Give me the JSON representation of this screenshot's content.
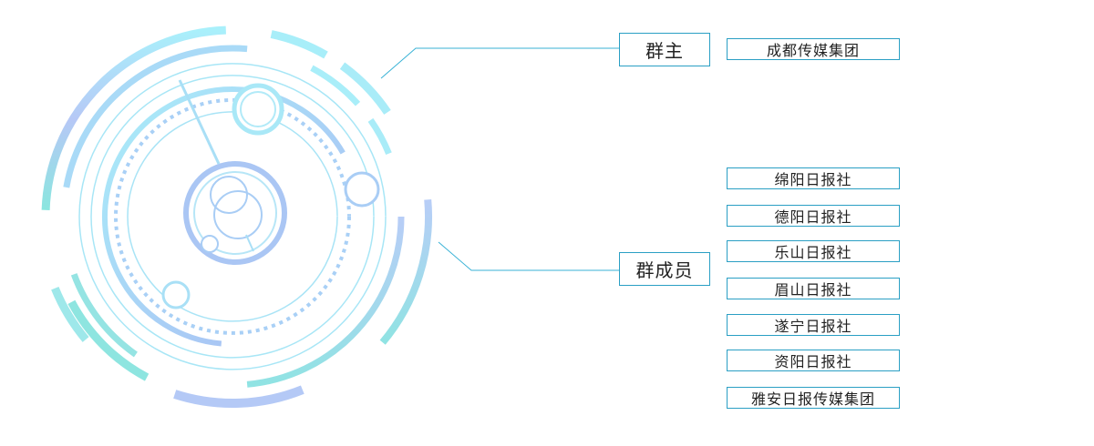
{
  "roles": {
    "owner_label": "群主",
    "members_label": "群成员"
  },
  "owner": {
    "name": "成都传媒集团"
  },
  "members": [
    {
      "name": "绵阳日报社"
    },
    {
      "name": "德阳日报社"
    },
    {
      "name": "乐山日报社"
    },
    {
      "name": "眉山日报社"
    },
    {
      "name": "遂宁日报社"
    },
    {
      "name": "资阳日报社"
    },
    {
      "name": "雅安日报传媒集团"
    }
  ],
  "colors": {
    "gradient_top": "#a9f0fb",
    "gradient_mid": "#b6c8f6",
    "gradient_bottom": "#8ae6df",
    "line": "#2a9fc4",
    "connector": "#39b2d6"
  }
}
